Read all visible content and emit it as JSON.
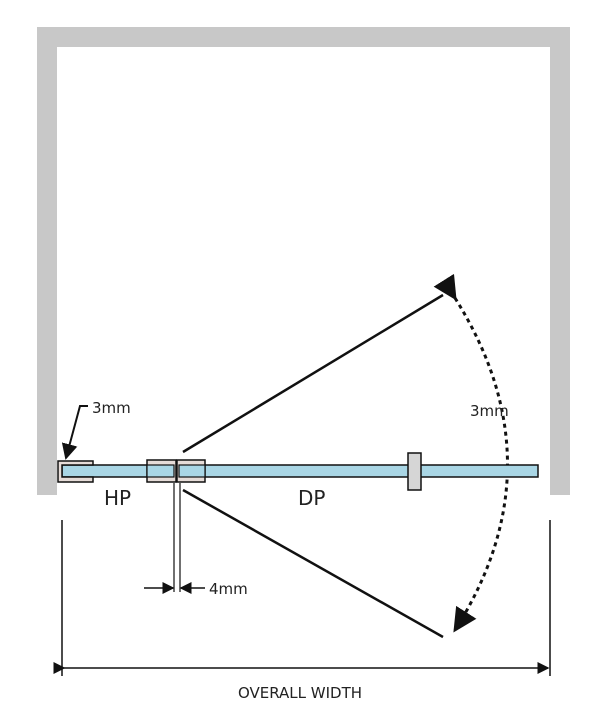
{
  "labels": {
    "left_gap": "3mm",
    "right_gap": "3mm",
    "hinge_panel": "HP",
    "door_panel": "DP",
    "hinge_gap": "4mm",
    "overall_width": "OVERALL WIDTH"
  },
  "colors": {
    "wall": "#c8c8c8",
    "glass": "#a9d6e5",
    "clamp": "#e6dcd8",
    "handle": "#d6d6d6",
    "line": "#111111"
  }
}
